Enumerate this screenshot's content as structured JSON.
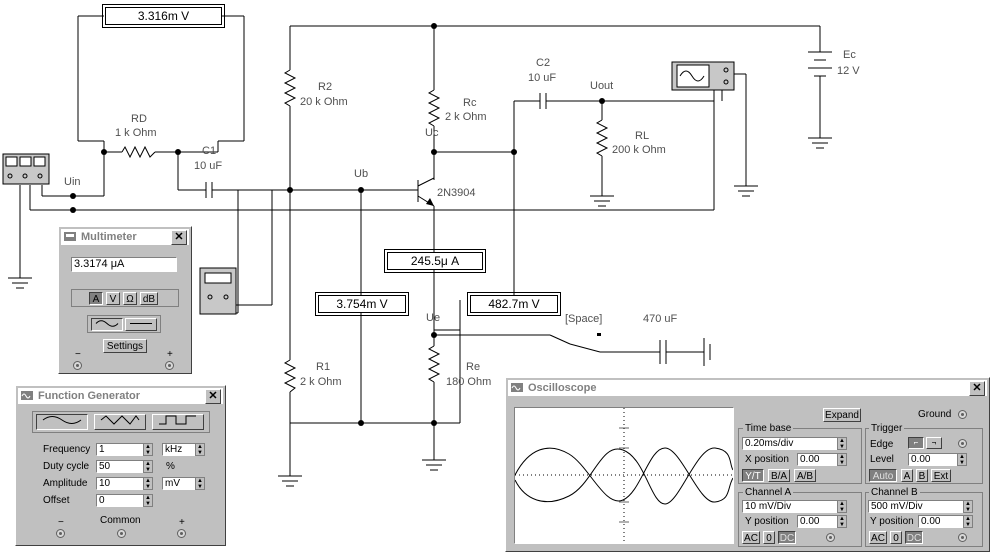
{
  "circuit": {
    "meter_top": "3.316m V",
    "meter_ic": "245.5μ A",
    "meter_ub": "3.754m V",
    "meter_ue": "482.7m V",
    "rd": {
      "name": "RD",
      "value": "1 k Ohm"
    },
    "c1": {
      "name": "C1",
      "value": "10 uF"
    },
    "r2": {
      "name": "R2",
      "value": "20 k Ohm"
    },
    "rc": {
      "name": "Rc",
      "value": "2 k Ohm"
    },
    "c2": {
      "name": "C2",
      "value": "10 uF"
    },
    "rl": {
      "name": "RL",
      "value": "200 k Ohm"
    },
    "ec": {
      "name": "Ec",
      "value": "12 V"
    },
    "r1": {
      "name": "R1",
      "value": "2 k Ohm"
    },
    "re": {
      "name": "Re",
      "value": "180  Ohm"
    },
    "transistor": "2N3904",
    "node_uin": "Uin",
    "node_ub": "Ub",
    "node_uc": "Uc",
    "node_uout": "Uout",
    "node_ue": "Ue",
    "switch_key": "[Space]",
    "ce_value": "470 uF"
  },
  "multimeter": {
    "title": "Multimeter",
    "display": "3.3174  μA",
    "modes": [
      "A",
      "V",
      "Ω",
      "dB"
    ],
    "settings_label": "Settings",
    "minus": "−",
    "plus": "+"
  },
  "function_generator": {
    "title": "Function Generator",
    "rows": [
      {
        "label": "Frequency",
        "value": "1",
        "unit": "kHz"
      },
      {
        "label": "Duty cycle",
        "value": "50",
        "unit": "%"
      },
      {
        "label": "Amplitude",
        "value": "10",
        "unit": "mV"
      },
      {
        "label": "Offset",
        "value": "0",
        "unit": ""
      }
    ],
    "minus": "−",
    "common": "Common",
    "plus": "+"
  },
  "oscilloscope": {
    "title": "Oscilloscope",
    "expand": "Expand",
    "ground": "Ground",
    "timebase": {
      "title": "Time base",
      "value": "0.20ms/div",
      "xpos_label": "X position",
      "xpos": "0.00",
      "modes": [
        "Y/T",
        "B/A",
        "A/B"
      ]
    },
    "trigger": {
      "title": "Trigger",
      "edge_label": "Edge",
      "level_label": "Level",
      "level": "0.00",
      "modes": [
        "Auto",
        "A",
        "B",
        "Ext"
      ]
    },
    "channel_a": {
      "title": "Channel A",
      "value": "10 mV/Div",
      "ypos_label": "Y position",
      "ypos": "0.00",
      "coupling": [
        "AC",
        "0",
        "DC"
      ]
    },
    "channel_b": {
      "title": "Channel B",
      "value": "500 mV/Div",
      "ypos_label": "Y position",
      "ypos": "0.00",
      "coupling": [
        "AC",
        "0",
        "DC"
      ]
    }
  }
}
